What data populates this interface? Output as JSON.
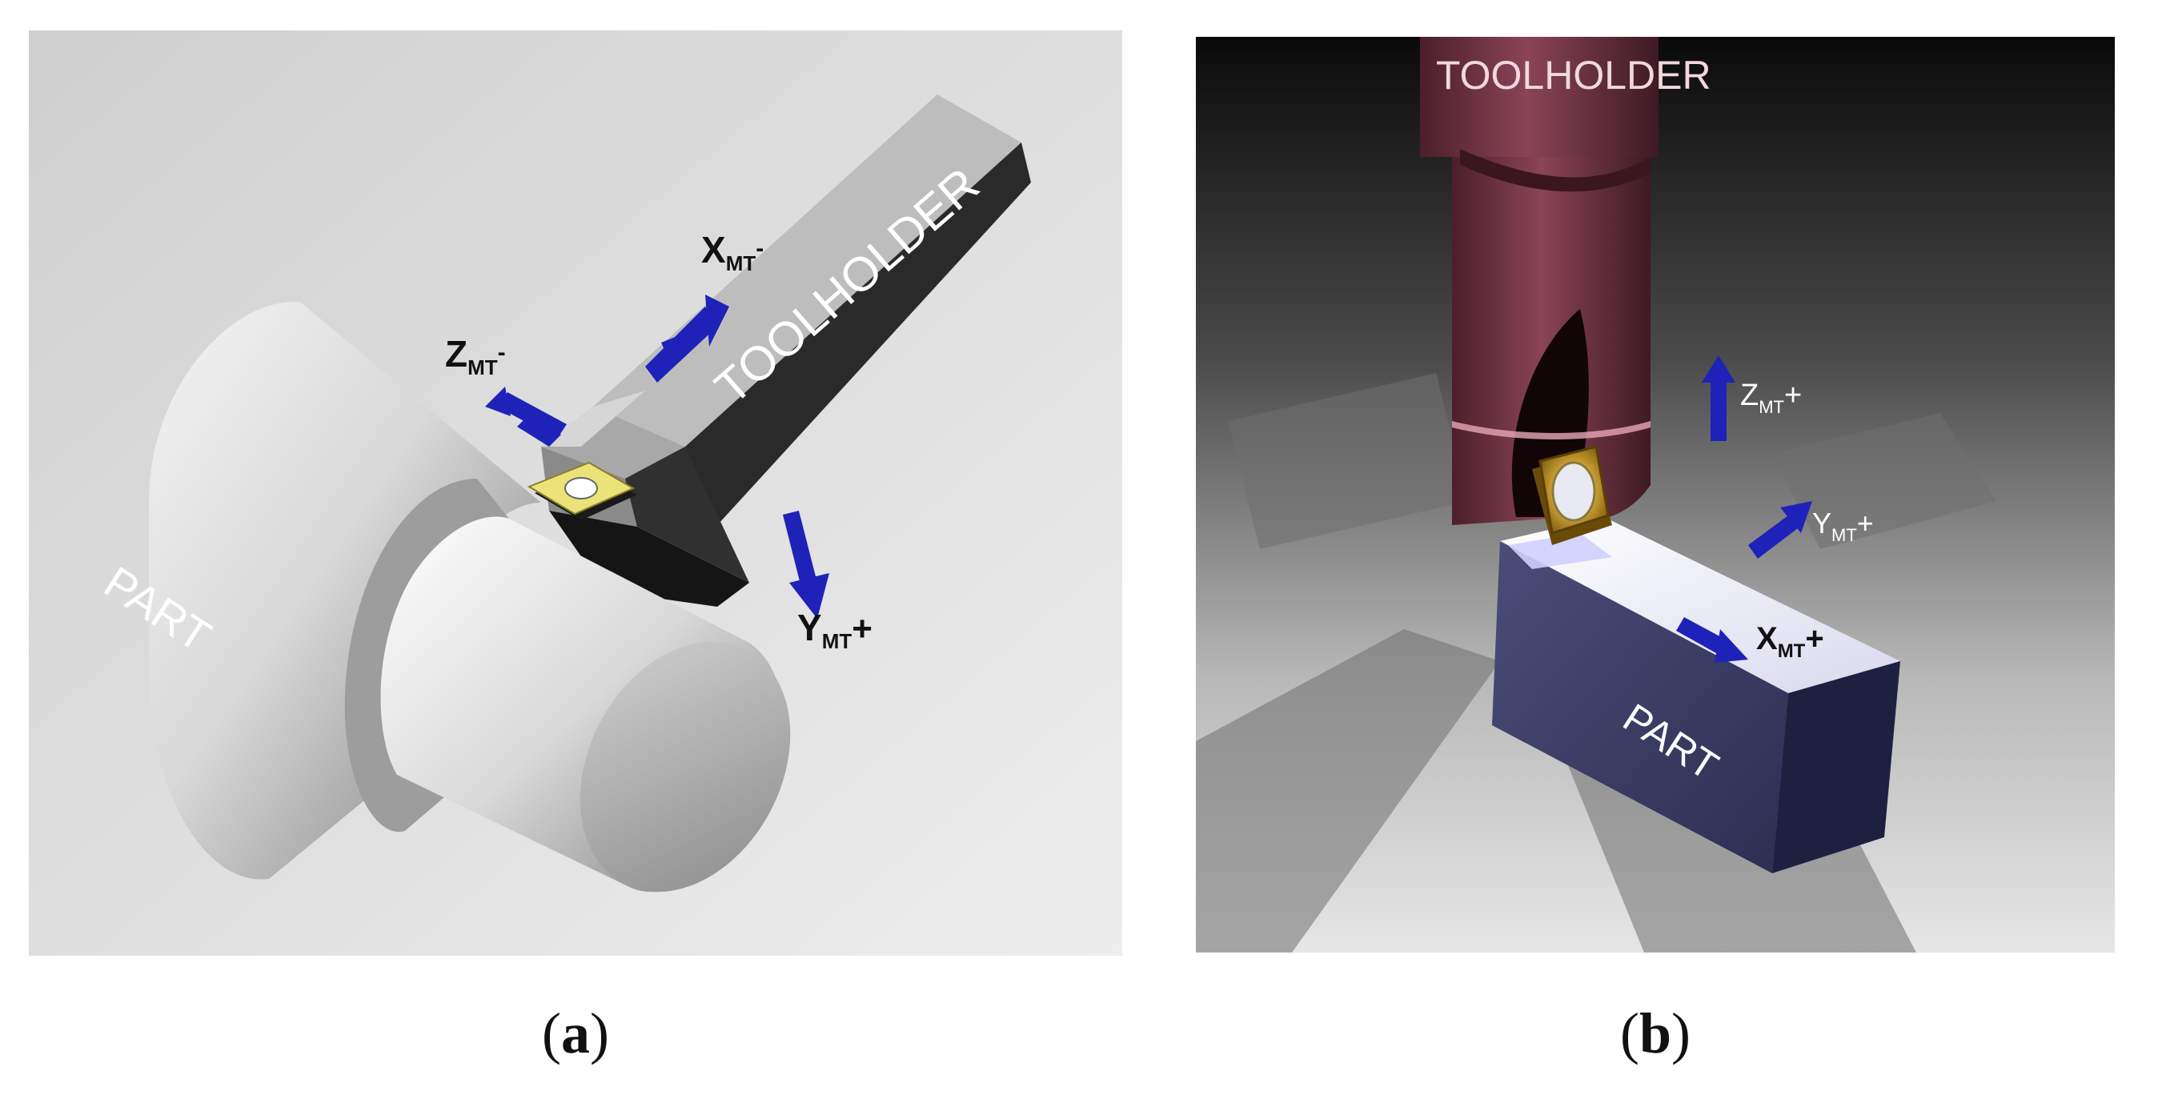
{
  "panel_a": {
    "part_label": "PART",
    "toolholder_label": "TOOLHOLDER",
    "x_axis": {
      "letter": "X",
      "sub": "MT",
      "sign": "-"
    },
    "z_axis": {
      "letter": "Z",
      "sub": "MT",
      "sign": "-"
    },
    "y_axis": {
      "letter": "Y",
      "sub": "MT",
      "sign": "+"
    },
    "caption_letter": "a"
  },
  "panel_b": {
    "toolholder_label": "TOOLHOLDER",
    "part_label": "PART",
    "z_axis": {
      "letter": "Z",
      "sub": "MT",
      "sign": "+"
    },
    "y_axis": {
      "letter": "Y",
      "sub": "MT",
      "sign": "+"
    },
    "x_axis": {
      "letter": "X",
      "sub": "MT",
      "sign": "+"
    },
    "caption_letter": "b"
  },
  "colors": {
    "arrow": "#1f22b8",
    "insert_a": "#ece27a",
    "insert_b": "#c89a28",
    "toolholder_b": "#6e2f3f",
    "part_b": "#3a3d66"
  }
}
